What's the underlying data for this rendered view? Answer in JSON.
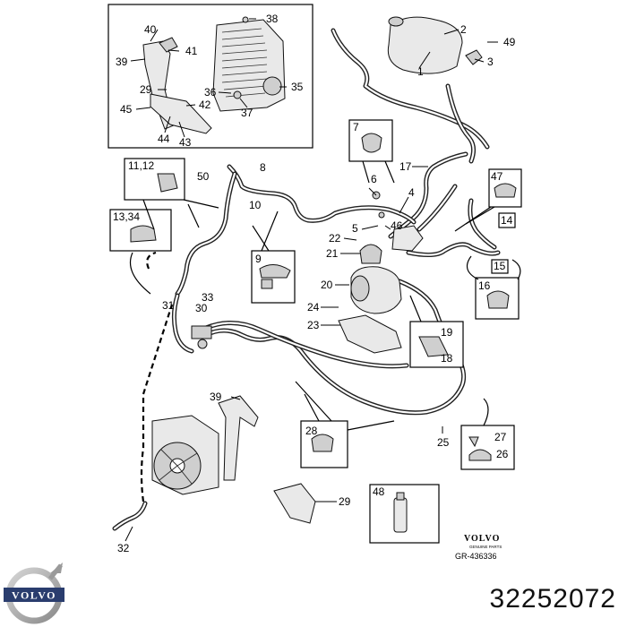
{
  "drawing_ref": "GR-436336",
  "brand_stamp": {
    "name": "VOLVO",
    "sub": "GENUINE PARTS"
  },
  "logo_text": "VOLVO",
  "part_number": "32252072",
  "callouts": {
    "c1": "1",
    "c2": "2",
    "c3": "3",
    "c4": "4",
    "c5": "5",
    "c6": "6",
    "c7": "7",
    "c8": "8",
    "c9": "9",
    "c10": "10",
    "c11_12": "11,12",
    "c13_34": "13,34",
    "c14": "14",
    "c15": "15",
    "c16": "16",
    "c17": "17",
    "c18": "18",
    "c19": "19",
    "c20": "20",
    "c21": "21",
    "c22": "22",
    "c23": "23",
    "c24": "24",
    "c25": "25",
    "c26": "26",
    "c27": "27",
    "c28": "28",
    "c29a": "29",
    "c29b": "29",
    "c30": "30",
    "c31": "31",
    "c32": "32",
    "c33": "33",
    "c35": "35",
    "c36": "36",
    "c37": "37",
    "c38": "38",
    "c39a": "39",
    "c39b": "39",
    "c40": "40",
    "c41": "41",
    "c42": "42",
    "c43": "43",
    "c44": "44",
    "c45": "45",
    "c46": "46",
    "c47": "47",
    "c48": "48",
    "c49": "49",
    "c50": "50"
  }
}
